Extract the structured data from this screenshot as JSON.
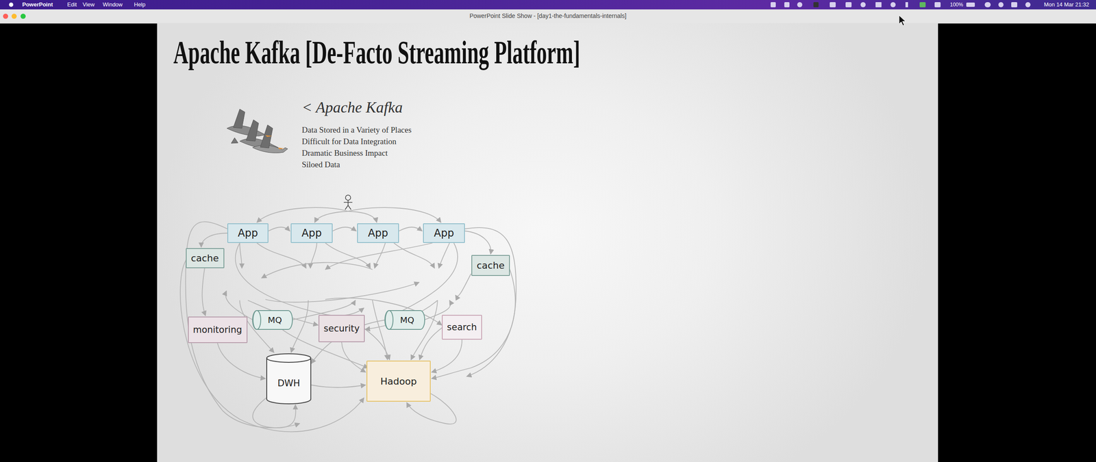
{
  "diagram": {
    "title": "Apache Kafka [De-Facto Streaming Platform]",
    "nodes": [
      {
        "text": [
          "App"
        ]
      },
      {
        "text": [
          "App"
        ]
      },
      {
        "text": [
          "App"
        ]
      },
      {
        "text": [
          "App"
        ]
      },
      {
        "text": [
          "cache"
        ]
      },
      {
        "text": [
          "cache"
        ]
      },
      {
        "text": [
          "monitoring"
        ]
      },
      {
        "text": [
          "MQ"
        ]
      },
      {
        "text": [
          "security"
        ]
      },
      {
        "text": [
          "MQ"
        ]
      },
      {
        "text": [
          "search"
        ]
      },
      {
        "text": [
          "DWH"
        ]
      },
      {
        "text": [
          "Hadoop"
        ]
      }
    ],
    "labels": [
      "PowerPoint",
      "Edit",
      "View",
      "Window",
      "Help",
      "100%",
      "Mon 14 Mar 21:32",
      "PowerPoint Slide Show - [day1-the-fundamentals-internals]",
      "< Apache Kafka",
      "Data Stored in a Variety of Places",
      "Difficult for Data Integration",
      "Dramatic Business Impact",
      "Siloed Data"
    ]
  }
}
